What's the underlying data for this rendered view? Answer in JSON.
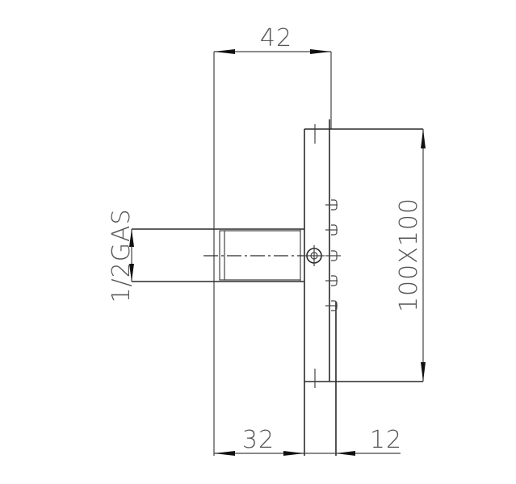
{
  "drawing": {
    "title": "Technical drawing - threaded fitting with square flange",
    "colors": {
      "line": "#2a2a2a",
      "text": "#555555",
      "arrow": "#111111",
      "background": "#ffffff"
    },
    "dimensions": {
      "overall_length": {
        "label": "42"
      },
      "shank_length": {
        "label": "32"
      },
      "flange_thickness": {
        "label": "12"
      },
      "flange_size": {
        "label": "100X100"
      },
      "thread": {
        "label": "1/2GAS"
      }
    }
  }
}
